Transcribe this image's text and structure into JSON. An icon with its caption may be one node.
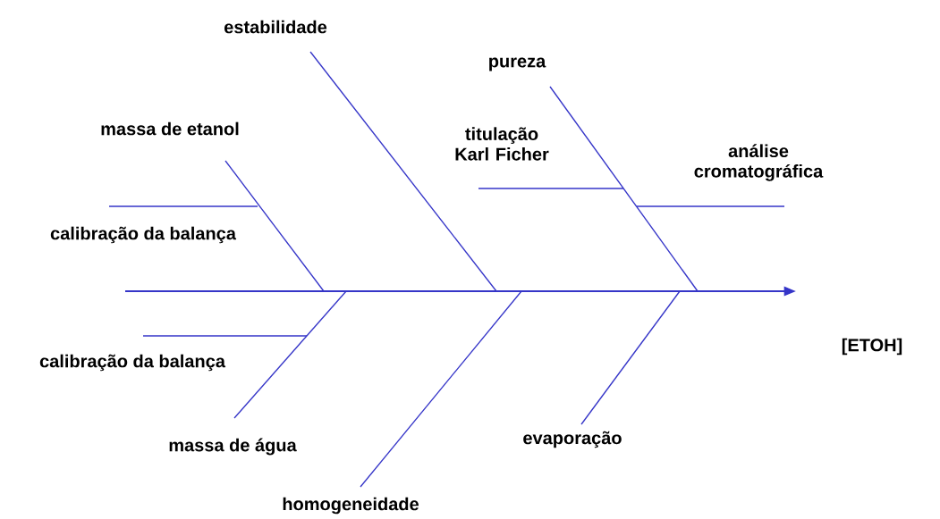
{
  "diagram": {
    "nodes": [
      {
        "text": [
          "estabilidade"
        ]
      },
      {
        "text": [
          "pureza"
        ]
      },
      {
        "text": [
          "massa de etanol"
        ]
      },
      {
        "text": [
          "titulação Karl Ficher"
        ]
      },
      {
        "text": [
          "análise cromatográfica"
        ]
      },
      {
        "text": [
          "calibração da balança"
        ]
      },
      {
        "text": [
          "[ETOH]"
        ]
      },
      {
        "text": [
          "calibração da balança"
        ]
      },
      {
        "text": [
          "evaporação"
        ]
      },
      {
        "text": [
          "massa de água"
        ]
      },
      {
        "text": [
          "homogeneidade"
        ]
      }
    ],
    "edges": [
      {
        "from": 0,
        "to": null,
        "arrow": "none"
      },
      {
        "from": 1,
        "to": null,
        "arrow": "none"
      },
      {
        "from": 2,
        "to": null,
        "arrow": "none"
      },
      {
        "from": 3,
        "to": null,
        "arrow": "none"
      },
      {
        "from": 4,
        "to": null,
        "arrow": "none"
      },
      {
        "from": 5,
        "to": null,
        "arrow": "none"
      },
      {
        "from": 7,
        "to": null,
        "arrow": "none"
      },
      {
        "from": 8,
        "to": null,
        "arrow": "none"
      },
      {
        "from": 9,
        "to": null,
        "arrow": "none"
      },
      {
        "from": 10,
        "to": null,
        "arrow": "none"
      }
    ]
  }
}
